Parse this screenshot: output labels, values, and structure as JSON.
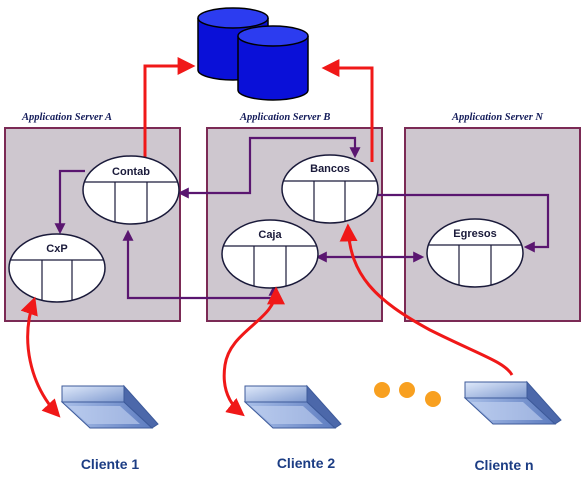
{
  "servers": [
    {
      "id": "a",
      "title": "Application Server A"
    },
    {
      "id": "b",
      "title": "Application Server B"
    },
    {
      "id": "n",
      "title": "Application Server N"
    }
  ],
  "modules": [
    {
      "id": "contab",
      "label": "Contab"
    },
    {
      "id": "cxp",
      "label": "CxP"
    },
    {
      "id": "bancos",
      "label": "Bancos"
    },
    {
      "id": "caja",
      "label": "Caja"
    },
    {
      "id": "egresos",
      "label": "Egresos"
    }
  ],
  "clients": [
    {
      "id": "1",
      "label": "Cliente 1"
    },
    {
      "id": "2",
      "label": "Cliente 2"
    },
    {
      "id": "n",
      "label": "Cliente n"
    }
  ],
  "icons": {
    "database": "database-icon",
    "laptop": "laptop-icon",
    "ellipsis": "ellipsis-dots"
  },
  "colors": {
    "server_fill": "#cec7cf",
    "server_border": "#7b2a55",
    "database_fill": "#0a10d8",
    "red_line": "#f01818",
    "purple_line": "#5a1670",
    "dots": "#f8a020",
    "client_text": "#1c3d84"
  }
}
